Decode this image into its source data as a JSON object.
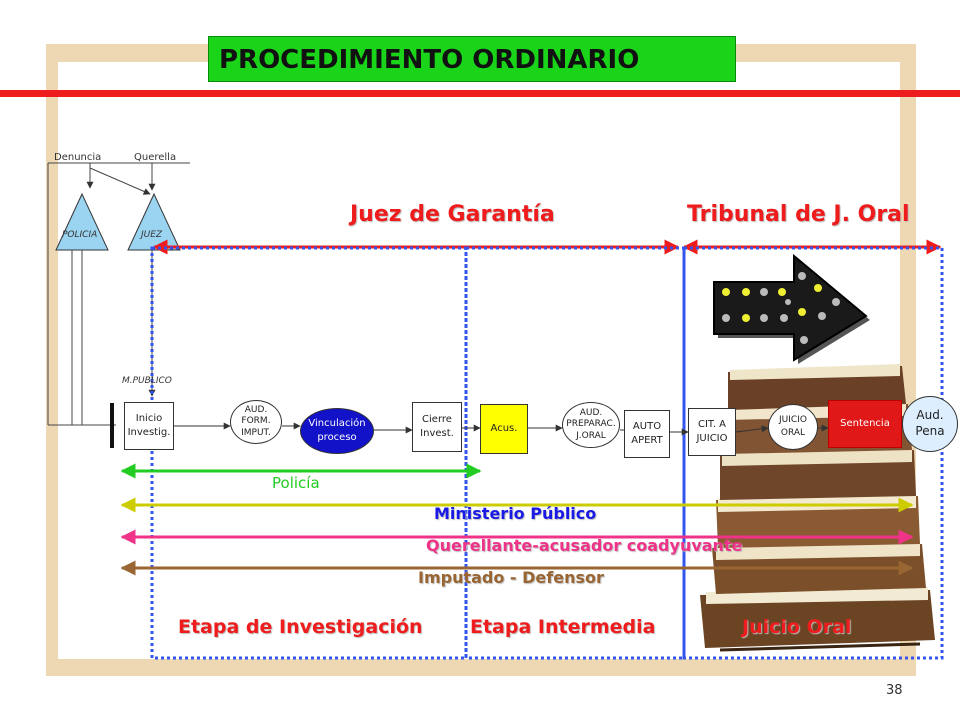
{
  "title": "PROCEDIMIENTO ORDINARIO",
  "sources": {
    "denuncia": "Denuncia",
    "querella": "Querella"
  },
  "authorities": {
    "policia": "POLICIA",
    "juez": "JUEZ",
    "mpublico": "M.PUBLICO"
  },
  "courts": {
    "garantia": "Juez de Garantía",
    "oral": "Tribunal de J. Oral"
  },
  "steps": {
    "inicio": "Inicio\nInvestig.",
    "aud_form": "AUD.\nFORM.\nIMPUT.",
    "vinculacion": "Vinculación\nproceso",
    "cierre": "Cierre\nInvest.",
    "acus": "Acus.",
    "aud_prep": "AUD.\nPREPARAC.\nJ.ORAL",
    "auto": "AUTO\nAPERT",
    "cit": "CIT. A\nJUICIO",
    "juicio": "JUICIO\nORAL",
    "sentencia": "Sentencia",
    "aud_pena": "Aud.\nPena"
  },
  "actors": {
    "policia": "Policía",
    "mp": "Ministerio Público",
    "querellante": "Querellante-acusador coadyuvante",
    "imputado": "Imputado - Defensor"
  },
  "stages": {
    "investigacion": "Etapa de Investigación",
    "intermedia": "Etapa Intermedia",
    "juicio": "Juicio Oral"
  },
  "page_number": "38",
  "colors": {
    "title_bg": "#19d419",
    "red": "#ee1c1c",
    "court_label": "#ee1c1c",
    "stage_label": "#ee1c1c",
    "dotted_blue": "#3355ee",
    "policia_line": "#22cc22",
    "mp_line": "#cccc00",
    "mp_text": "#1a1ae6",
    "querellante": "#ee3388",
    "imputado": "#996633",
    "vinculacion_fill": "#1212c8",
    "acus_fill": "#ffff00",
    "sentencia_fill": "#e01818"
  }
}
